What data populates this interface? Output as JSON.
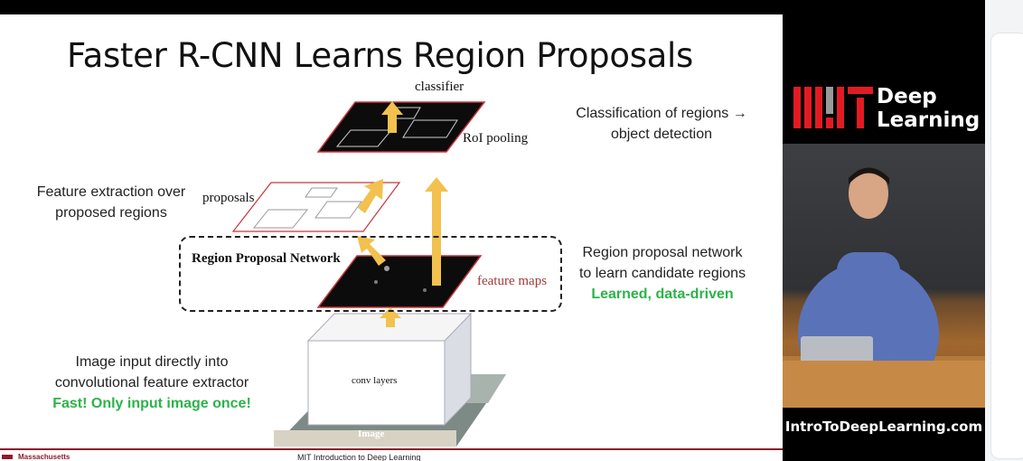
{
  "slide": {
    "title": "Faster R-CNN Learns Region Proposals",
    "labels": {
      "classifier": "classifier",
      "roi_pooling": "RoI pooling",
      "proposals": "proposals",
      "rpn": "Region Proposal Network",
      "feature_maps": "feature maps",
      "conv_layers": "conv layers",
      "image": "Image"
    },
    "notes": {
      "classification_line1": "Classification of regions →",
      "classification_line2": "object detection",
      "feature_line1": "Feature extraction over",
      "feature_line2": "proposed regions",
      "rpn_line1": "Region proposal network",
      "rpn_line2": "to learn candidate regions",
      "rpn_highlight": "Learned, data-driven",
      "input_line1": "Image input directly into",
      "input_line2": "convolutional feature extractor",
      "input_highlight": "Fast! Only input image once!"
    },
    "footer": {
      "institution": "Massachusetts",
      "course": "MIT Introduction to Deep Learning"
    },
    "colors": {
      "arrow": "#f2c14e",
      "highlight": "#2db34a",
      "accent": "#8c1c2c",
      "map_red": "#c8343c"
    }
  },
  "panel": {
    "brand_deep": "Deep",
    "brand_learning": "Learning",
    "website": "IntroToDeepLearning.com",
    "brand_color": "#e21b23"
  }
}
